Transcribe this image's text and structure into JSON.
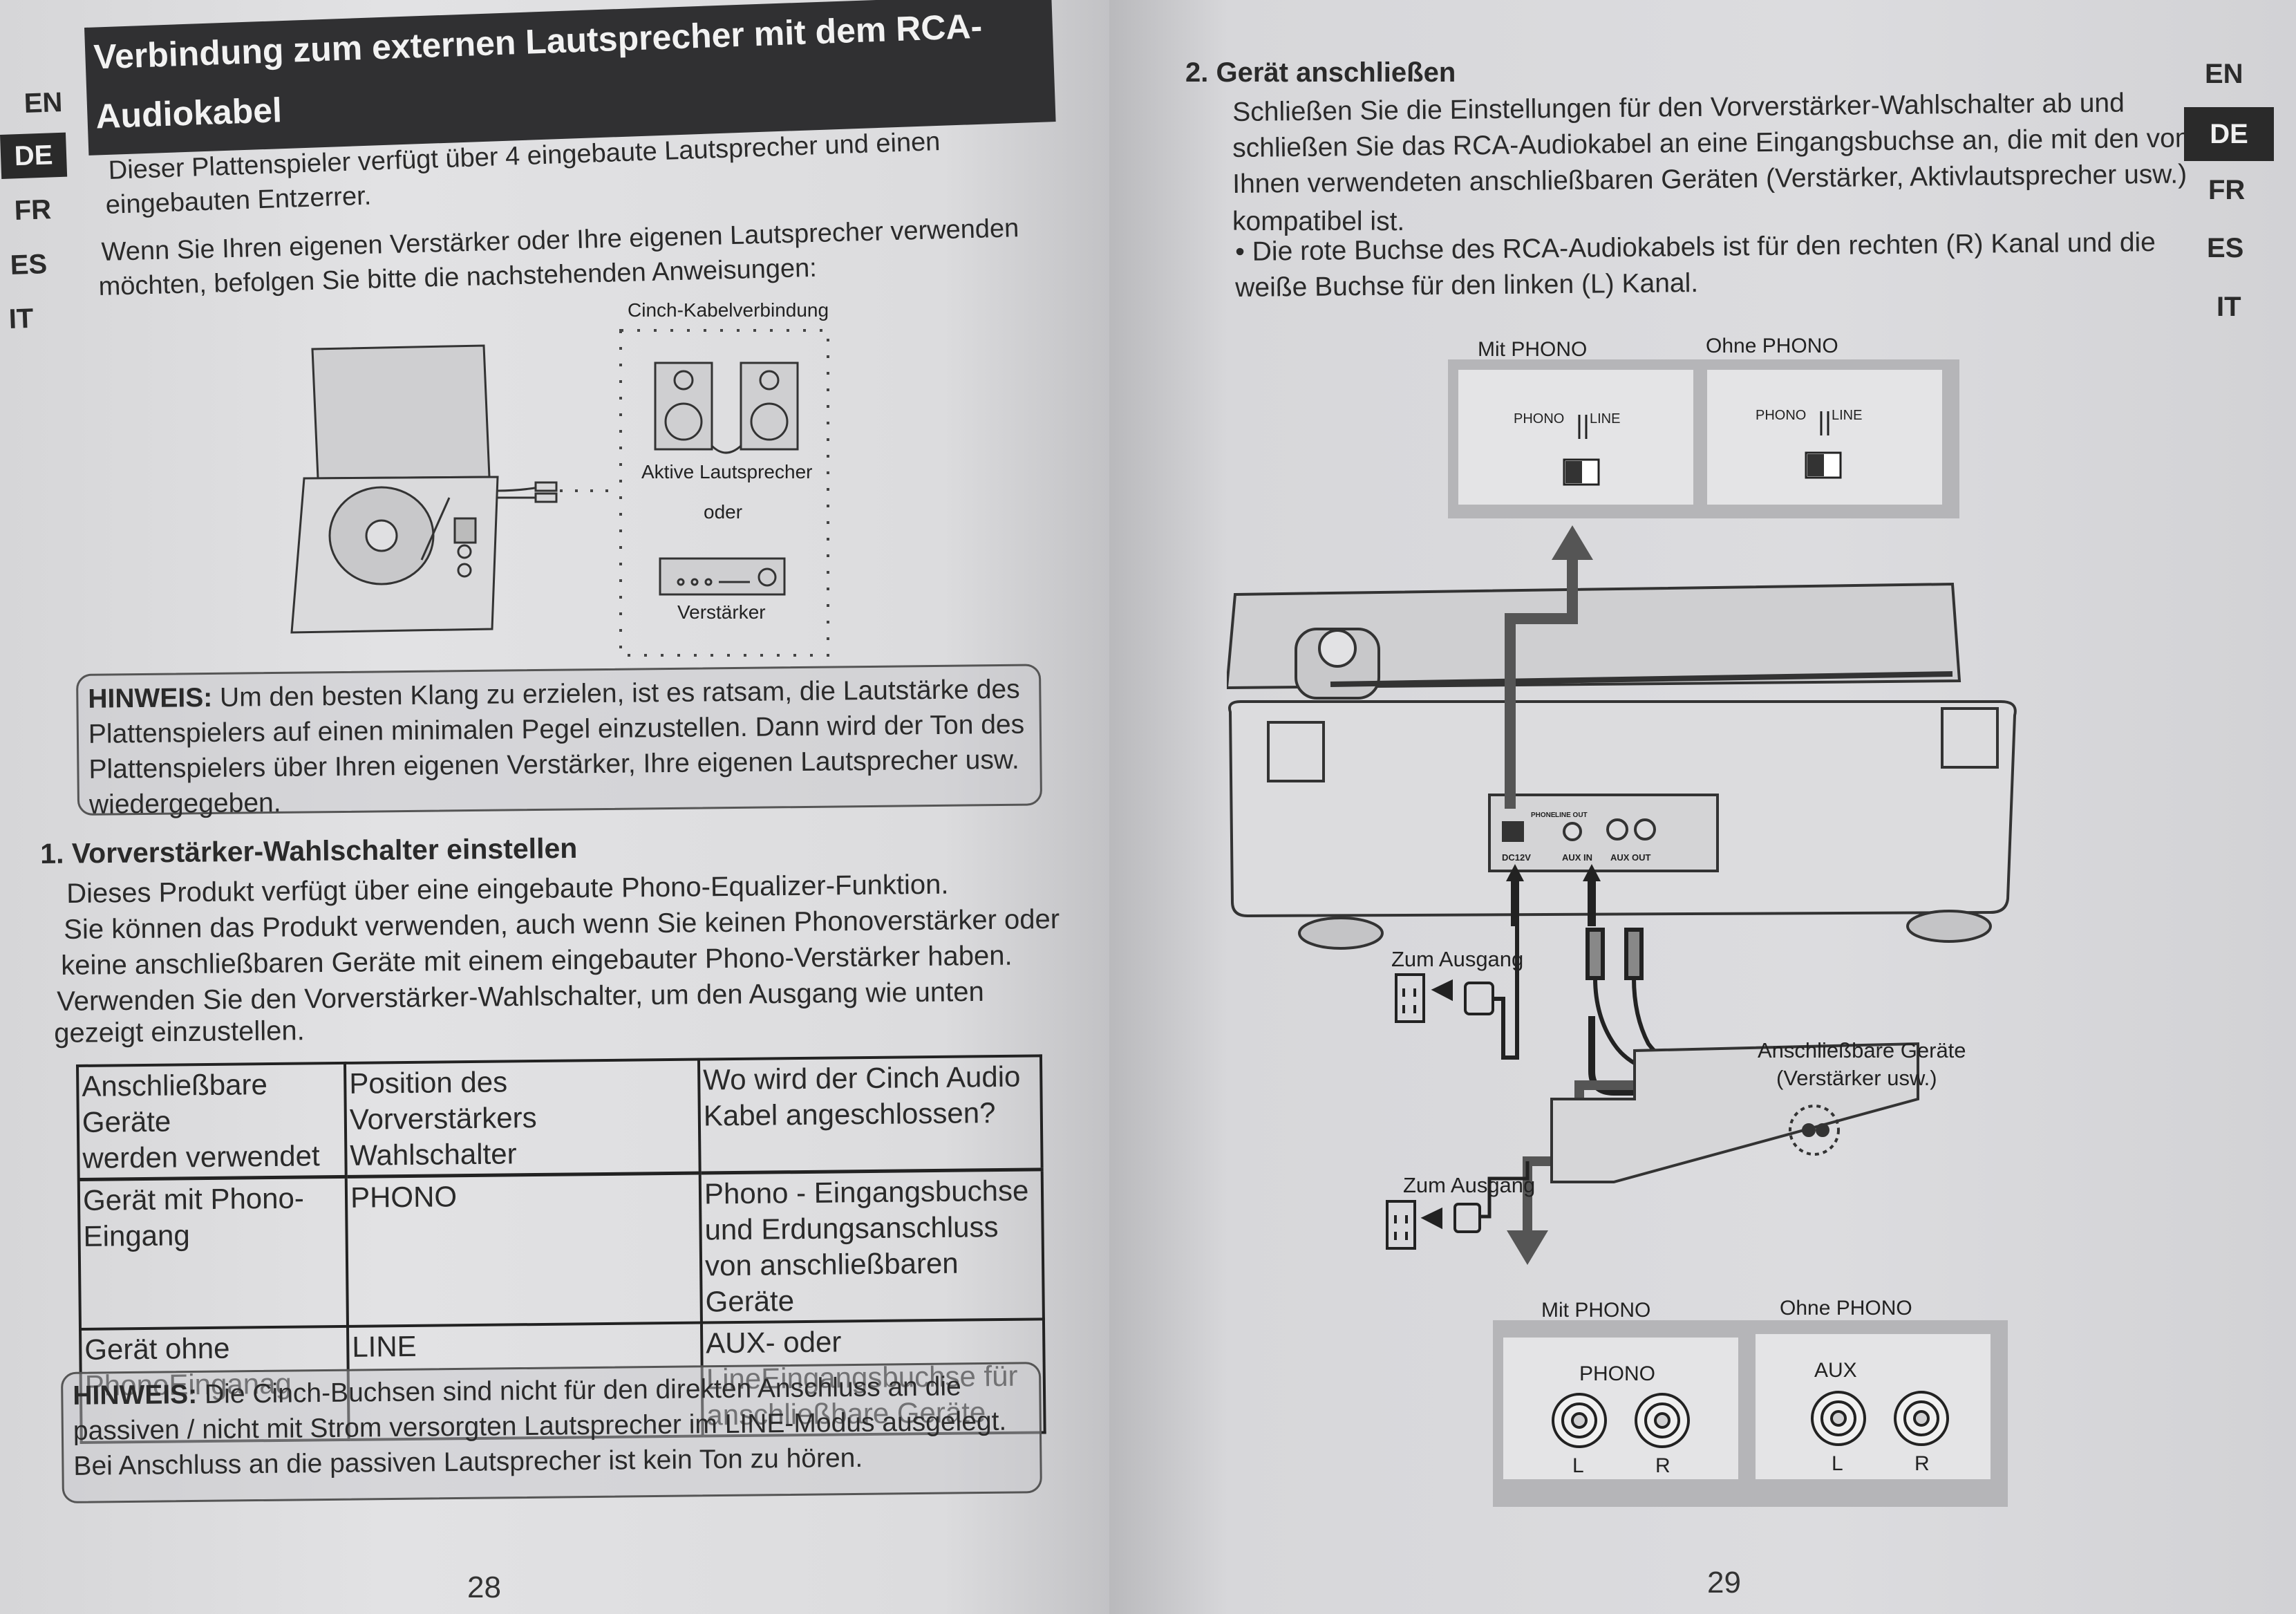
{
  "left_page": {
    "lang_tabs": [
      "EN",
      "DE",
      "FR",
      "ES",
      "IT"
    ],
    "active_lang": "DE",
    "title_line1": "Verbindung zum externen Lautsprecher mit dem RCA-",
    "title_line2": "Audiokabel",
    "intro_line1": "Dieser Plattenspieler verfügt über 4 eingebaute Lautsprecher und einen",
    "intro_line2": "eingebauten Entzerrer.",
    "intro2_line1": "Wenn Sie Ihren eigenen Verstärker oder Ihre eigenen Lautsprecher verwenden",
    "intro2_line2": "möchten, befolgen Sie bitte die nachstehenden Anweisungen:",
    "diagram": {
      "cinch_label": "Cinch-Kabelverbindung",
      "active_speakers": "Aktive Lautsprecher",
      "oder": "oder",
      "amplifier": "Verstärker"
    },
    "note1": {
      "label": "HINWEIS:",
      "line1": " Um den besten Klang zu erzielen, ist es ratsam, die Lautstärke des",
      "line2": "Plattenspielers auf einen minimalen Pegel einzustellen. Dann wird der Ton des",
      "line3": "Plattenspielers über Ihren eigenen Verstärker, Ihre eigenen Lautsprecher usw.",
      "line4": "wiedergegeben."
    },
    "section1": {
      "heading": "1. Vorverstärker-Wahlschalter einstellen",
      "line1": "Dieses Produkt verfügt über eine eingebaute Phono-Equalizer-Funktion.",
      "line2": "Sie können das Produkt verwenden, auch wenn Sie keinen Phonoverstärker oder",
      "line3": "keine anschließbaren Geräte mit einem eingebauter Phono-Verstärker haben.",
      "line4": "Verwenden Sie den Vorverstärker-Wahlschalter, um den Ausgang wie unten",
      "line5": "gezeigt einzustellen."
    },
    "table": {
      "headers": [
        [
          "Anschließbare Geräte",
          "werden verwendet"
        ],
        [
          "Position des Vorverstärkers",
          "Wahlschalter"
        ],
        [
          "Wo wird der Cinch Audio",
          "Kabel angeschlossen?"
        ]
      ],
      "rows": [
        [
          [
            "Gerät mit Phono-",
            "Eingang"
          ],
          [
            "PHONO"
          ],
          [
            "Phono - Eingangsbuchse",
            "und Erdungsanschluss",
            "von anschließbaren Geräte"
          ]
        ],
        [
          [
            "Gerät ohne",
            "PhonoEinganag"
          ],
          [
            "LINE"
          ],
          [
            "AUX- oder",
            "LineEingangsbuchse für",
            "anschließbare Geräte"
          ]
        ]
      ]
    },
    "note2": {
      "label": "HINWEIS:",
      "line1": " Die Cinch-Buchsen sind nicht für den direkten Anschluss an die",
      "line2": "passiven / nicht mit Strom versorgten Lautsprecher im LINE-Modus ausgelegt.",
      "line3": "Bei Anschluss an die passiven Lautsprecher ist kein Ton zu hören."
    },
    "page_number": "28"
  },
  "right_page": {
    "lang_tabs": [
      "EN",
      "DE",
      "FR",
      "ES",
      "IT"
    ],
    "active_lang": "DE",
    "section2": {
      "heading": "2. Gerät anschließen",
      "line1": "Schließen Sie die Einstellungen für den Vorverstärker-Wahlschalter ab und",
      "line2": "schließen Sie das RCA-Audiokabel an eine Eingangsbuchse an, die mit den von",
      "line3": "Ihnen verwendeten anschließbaren Geräten (Verstärker, Aktivlautsprecher usw.)",
      "line4": "kompatibel ist.",
      "line5": "• Die rote Buchse des RCA-Audiokabels ist für den rechten (R) Kanal und die",
      "line6": "weiße Buchse für den linken (L) Kanal."
    },
    "diagram": {
      "mit_phono": "Mit PHONO",
      "ohne_phono": "Ohne PHONO",
      "phono": "PHONO",
      "line": "LINE",
      "zum_ausgang": "Zum Ausgang",
      "devices_line1": "Anschließbare Geräte",
      "devices_line2": "(Verstärker usw.)",
      "jack_phono": "PHONO",
      "jack_aux": "AUX",
      "l": "L",
      "r": "R",
      "panel_phone": "PHONE",
      "panel_lineout": "LINE OUT",
      "panel_dc": "DC12V",
      "panel_auxin": "AUX IN",
      "panel_auxout": "AUX OUT"
    },
    "page_number": "29"
  }
}
